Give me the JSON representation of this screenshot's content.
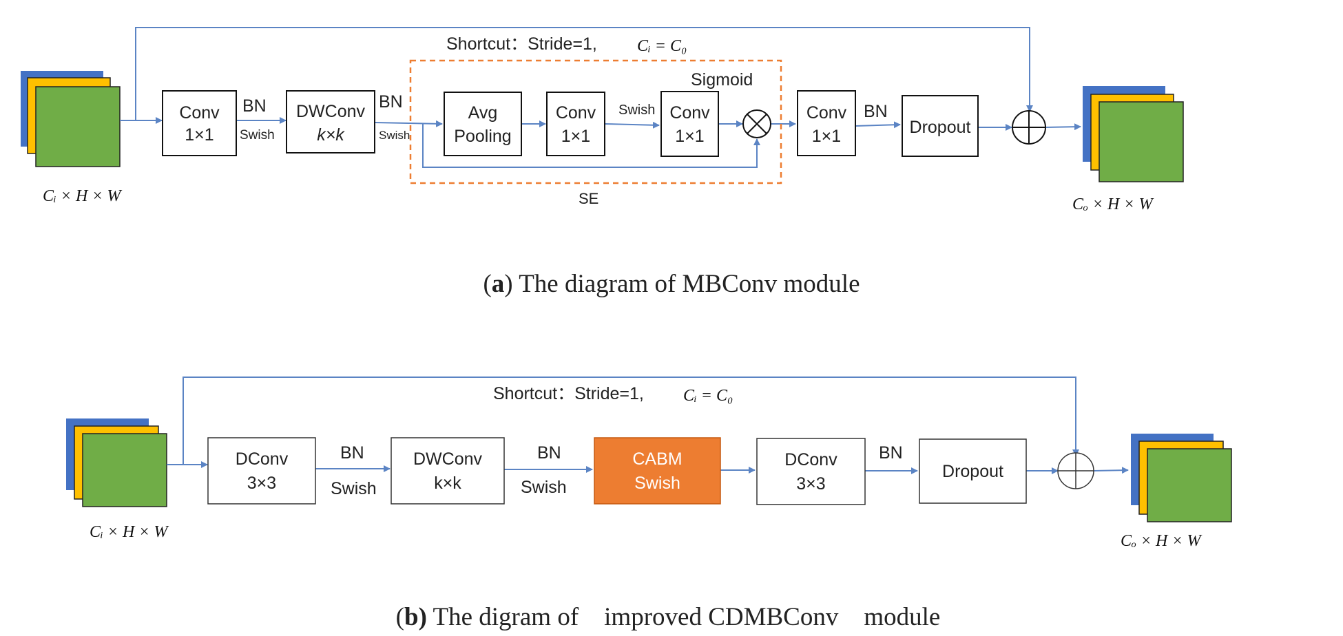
{
  "colors": {
    "line": "#5b84c4",
    "tensor_blue": "#4472c4",
    "tensor_yellow": "#ffc000",
    "tensor_green": "#70ad47",
    "se_border": "#ed7d31",
    "cabm_fill": "#ed7d31"
  },
  "a": {
    "shortcut_label": "Shortcut：Stride=1,",
    "shortcut_math": "Cᵢ = C₀",
    "input_label": "Cᵢ × H × W",
    "output_label": "Cₒ × H × W",
    "conv1": {
      "line1": "Conv",
      "line2": "1×1"
    },
    "bn1": "BN",
    "swish1": "Swish",
    "dwconv": {
      "line1": "DWConv",
      "line2": "k×k"
    },
    "bn2": "BN",
    "swish2": "Swish",
    "avgpool": {
      "line1": "Avg",
      "line2": "Pooling"
    },
    "conv2": {
      "line1": "Conv",
      "line2": "1×1"
    },
    "swish3": "Swish",
    "conv3": {
      "line1": "Conv",
      "line2": "1×1"
    },
    "sigmoid": "Sigmoid",
    "se_label": "SE",
    "conv4": {
      "line1": "Conv",
      "line2": "1×1"
    },
    "bn3": "BN",
    "dropout": "Dropout",
    "caption_bold": "a",
    "caption_rest": ") The diagram of MBConv module"
  },
  "b": {
    "shortcut_label": "Shortcut：Stride=1,",
    "shortcut_math": "Cᵢ = C₀",
    "input_label": "Cᵢ × H × W",
    "output_label": "Cₒ × H × W",
    "dconv1": {
      "line1": "DConv",
      "line2": "3×3"
    },
    "bn1": "BN",
    "swish1": "Swish",
    "dwconv": {
      "line1": "DWConv",
      "line2": "k×k"
    },
    "bn2": "BN",
    "swish2": "Swish",
    "cabm": {
      "line1": "CABM",
      "line2": "Swish"
    },
    "dconv2": {
      "line1": "DConv",
      "line2": "3×3"
    },
    "bn3": "BN",
    "dropout": "Dropout",
    "caption_bold": "b)",
    "caption_rest": " The digram of    improved CDMBConv    module"
  }
}
